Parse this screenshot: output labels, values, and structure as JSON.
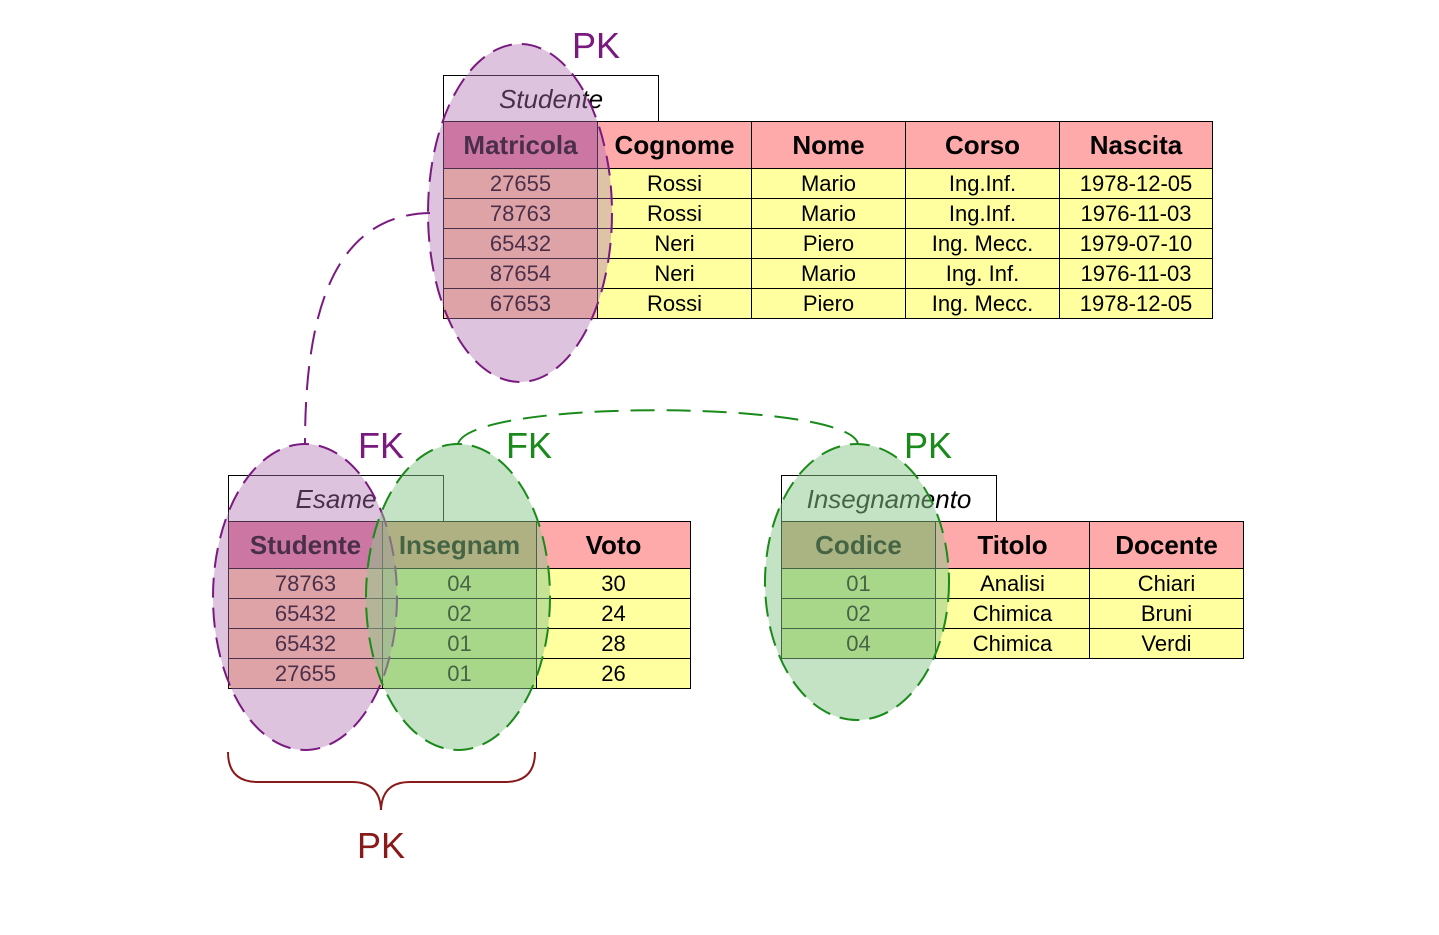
{
  "studente": {
    "name": "Studente",
    "headers": [
      "Matricola",
      "Cognome",
      "Nome",
      "Corso",
      "Nascita"
    ],
    "rows": [
      [
        "27655",
        "Rossi",
        "Mario",
        "Ing.Inf.",
        "1978-12-05"
      ],
      [
        "78763",
        "Rossi",
        "Mario",
        "Ing.Inf.",
        "1976-11-03"
      ],
      [
        "65432",
        "Neri",
        "Piero",
        "Ing. Mecc.",
        "1979-07-10"
      ],
      [
        "87654",
        "Neri",
        "Mario",
        "Ing. Inf.",
        "1976-11-03"
      ],
      [
        "67653",
        "Rossi",
        "Piero",
        "Ing. Mecc.",
        "1978-12-05"
      ]
    ]
  },
  "esame": {
    "name": "Esame",
    "headers": [
      "Studente",
      "Insegnam",
      "Voto"
    ],
    "rows": [
      [
        "78763",
        "04",
        "30"
      ],
      [
        "65432",
        "02",
        "24"
      ],
      [
        "65432",
        "01",
        "28"
      ],
      [
        "27655",
        "01",
        "26"
      ]
    ]
  },
  "insegnamento": {
    "name": "Insegnamento",
    "headers": [
      "Codice",
      "Titolo",
      "Docente"
    ],
    "rows": [
      [
        "01",
        "Analisi",
        "Chiari"
      ],
      [
        "02",
        "Chimica",
        "Bruni"
      ],
      [
        "04",
        "Chimica",
        "Verdi"
      ]
    ]
  },
  "labels": {
    "studente_pk": "PK",
    "esame_fk_studente": "FK",
    "esame_fk_insegnam": "FK",
    "insegnamento_pk": "PK",
    "esame_pk": "PK"
  },
  "colors": {
    "purple": "#7a1a80",
    "green": "#1a8a1a",
    "maroon": "#8a1a1a",
    "header": "#ffaaaa",
    "cell": "#ffffa0"
  }
}
